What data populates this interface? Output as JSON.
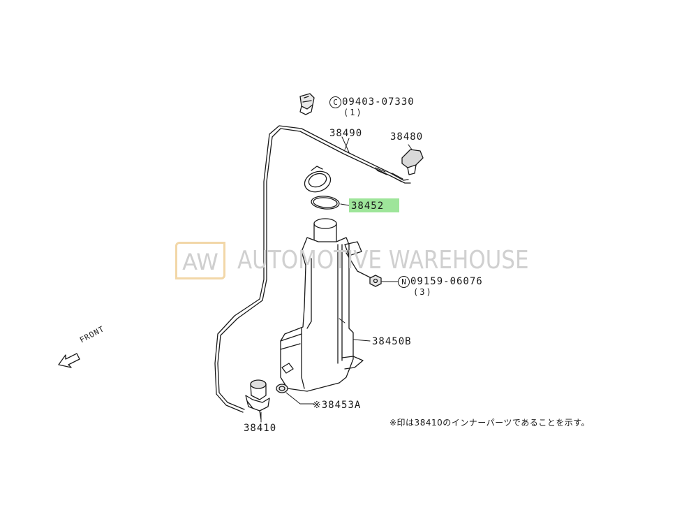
{
  "watermark": {
    "logo": "AW",
    "text": "AUTOMOTIVE WAREHOUSE"
  },
  "callouts": {
    "clip_symbol": "C",
    "clip_part": "09403-07330",
    "clip_qty": "(1)",
    "hose": "38490",
    "nozzle": "38480",
    "seal_highlighted": "38452",
    "nut_symbol": "N",
    "nut_part": "09159-06076",
    "nut_qty": "(3)",
    "tank": "38450B",
    "grommet": "※38453A",
    "pump": "38410"
  },
  "direction_label": "FRONT",
  "footnote": "※印は38410のインナーパーツであることを示す。",
  "colors": {
    "highlight": "#9ee59a",
    "line": "#1a1a1a",
    "watermark_border": "#f2d7a8",
    "watermark_text": "#d0d0d0"
  }
}
